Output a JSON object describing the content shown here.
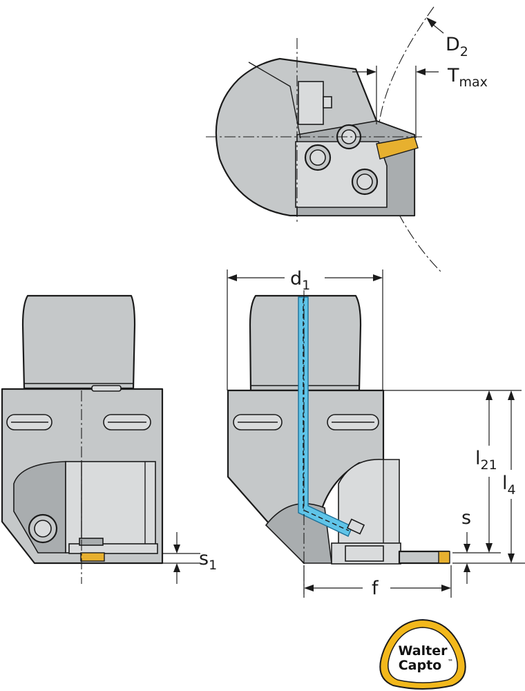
{
  "dimensions": {
    "D2": {
      "main": "D",
      "sub": "2"
    },
    "Tmax": {
      "main": "T",
      "sub": "max"
    },
    "d1": {
      "main": "d",
      "sub": "1"
    },
    "l21": {
      "main": "l",
      "sub": "21"
    },
    "l4": {
      "main": "l",
      "sub": "4"
    },
    "s": {
      "main": "s",
      "sub": ""
    },
    "s1": {
      "main": "s",
      "sub": "1"
    },
    "f": {
      "main": "f",
      "sub": ""
    }
  },
  "logo": {
    "line1": "Walter",
    "line2": "Capto",
    "trademark": "™"
  },
  "colors": {
    "body": "#c5c8c9",
    "insert": "#e7b02f",
    "coolant": "#5fc4e8",
    "logo_yellow": "#f2b81c"
  }
}
